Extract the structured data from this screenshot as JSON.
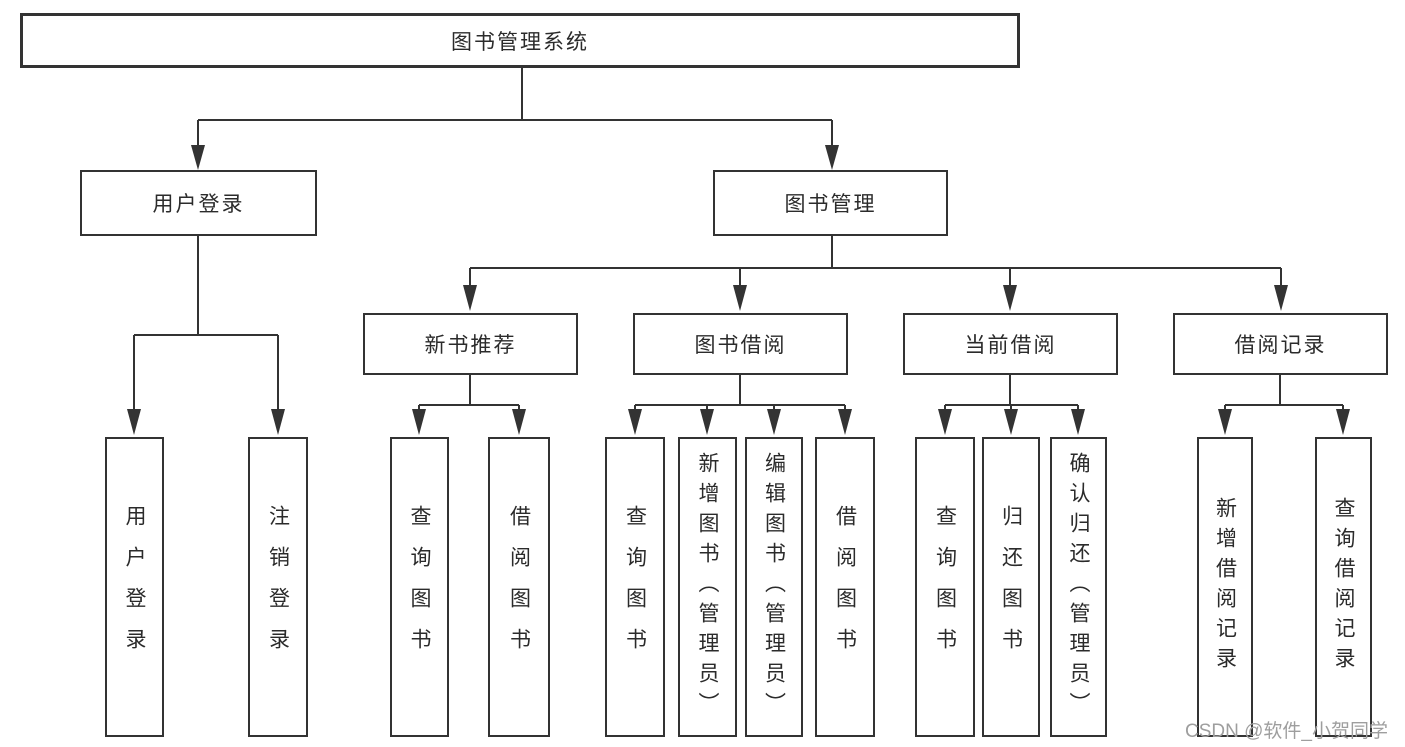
{
  "diagram": {
    "root": "图书管理系统",
    "level2": [
      "用户登录",
      "图书管理"
    ],
    "level3": [
      "新书推荐",
      "图书借阅",
      "当前借阅",
      "借阅记录"
    ],
    "leaves": {
      "user_login": [
        "用户登录",
        "注销登录"
      ],
      "new_book_rec": [
        "查询图书",
        "借阅图书"
      ],
      "book_borrow": [
        "查询图书",
        "新增图书（管理员）",
        "编辑图书（管理员）",
        "借阅图书"
      ],
      "current_borrow": [
        "查询图书",
        "归还图书",
        "确认归还（管理员）"
      ],
      "borrow_records": [
        "新增借阅记录",
        "查询借阅记录"
      ]
    }
  },
  "watermark": "CSDN @软件_小贺同学",
  "colors": {
    "line": "#333333",
    "text": "#2b2b2b",
    "watermark": "#9e9e9e",
    "background": "#ffffff"
  }
}
